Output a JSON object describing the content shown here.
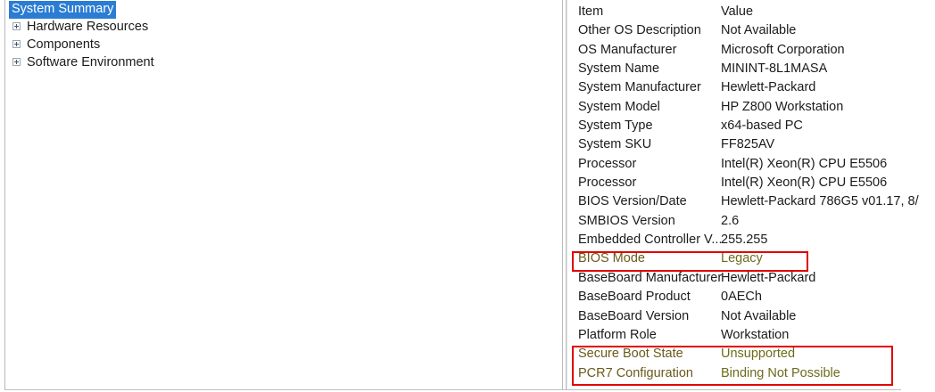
{
  "tree": {
    "nodes": [
      {
        "label": "System Summary",
        "expandable": false,
        "selected": true
      },
      {
        "label": "Hardware Resources",
        "expandable": true,
        "selected": false
      },
      {
        "label": "Components",
        "expandable": true,
        "selected": false
      },
      {
        "label": "Software Environment",
        "expandable": true,
        "selected": false
      }
    ]
  },
  "list": {
    "columns": {
      "item": "Item",
      "value": "Value"
    },
    "rows": [
      {
        "item": "Other OS Description",
        "value": "Not Available",
        "flagged": false
      },
      {
        "item": "OS Manufacturer",
        "value": "Microsoft Corporation",
        "flagged": false
      },
      {
        "item": "System Name",
        "value": "MININT-8L1MASA",
        "flagged": false
      },
      {
        "item": "System Manufacturer",
        "value": "Hewlett-Packard",
        "flagged": false
      },
      {
        "item": "System Model",
        "value": "HP Z800 Workstation",
        "flagged": false
      },
      {
        "item": "System Type",
        "value": "x64-based PC",
        "flagged": false
      },
      {
        "item": "System SKU",
        "value": "FF825AV",
        "flagged": false
      },
      {
        "item": "Processor",
        "value": "Intel(R) Xeon(R) CPU          E5506",
        "flagged": false
      },
      {
        "item": "Processor",
        "value": "Intel(R) Xeon(R) CPU          E5506",
        "flagged": false
      },
      {
        "item": "BIOS Version/Date",
        "value": "Hewlett-Packard 786G5 v01.17, 8/",
        "flagged": false
      },
      {
        "item": "SMBIOS Version",
        "value": "2.6",
        "flagged": false
      },
      {
        "item": "Embedded Controller V...",
        "value": "255.255",
        "flagged": false
      },
      {
        "item": "BIOS Mode",
        "value": "Legacy",
        "flagged": true
      },
      {
        "item": "BaseBoard Manufacturer",
        "value": "Hewlett-Packard",
        "flagged": false
      },
      {
        "item": "BaseBoard Product",
        "value": "0AECh",
        "flagged": false
      },
      {
        "item": "BaseBoard Version",
        "value": "Not Available",
        "flagged": false
      },
      {
        "item": "Platform Role",
        "value": "Workstation",
        "flagged": false
      },
      {
        "item": "Secure Boot State",
        "value": "Unsupported",
        "flagged": true
      },
      {
        "item": "PCR7 Configuration",
        "value": "Binding Not Possible",
        "flagged": true
      }
    ]
  },
  "annotations": {
    "color": "#e00000",
    "boxes": [
      {
        "name": "bios-mode-highlight",
        "target": "BIOS Mode"
      },
      {
        "name": "secure-boot-highlight",
        "target": "Secure Boot State / PCR7 Configuration"
      }
    ]
  },
  "colors": {
    "selection": "#2b7cd3",
    "flagged_text": "#6e6b1c",
    "annotation": "#e00000",
    "text": "#1b1b1b"
  }
}
